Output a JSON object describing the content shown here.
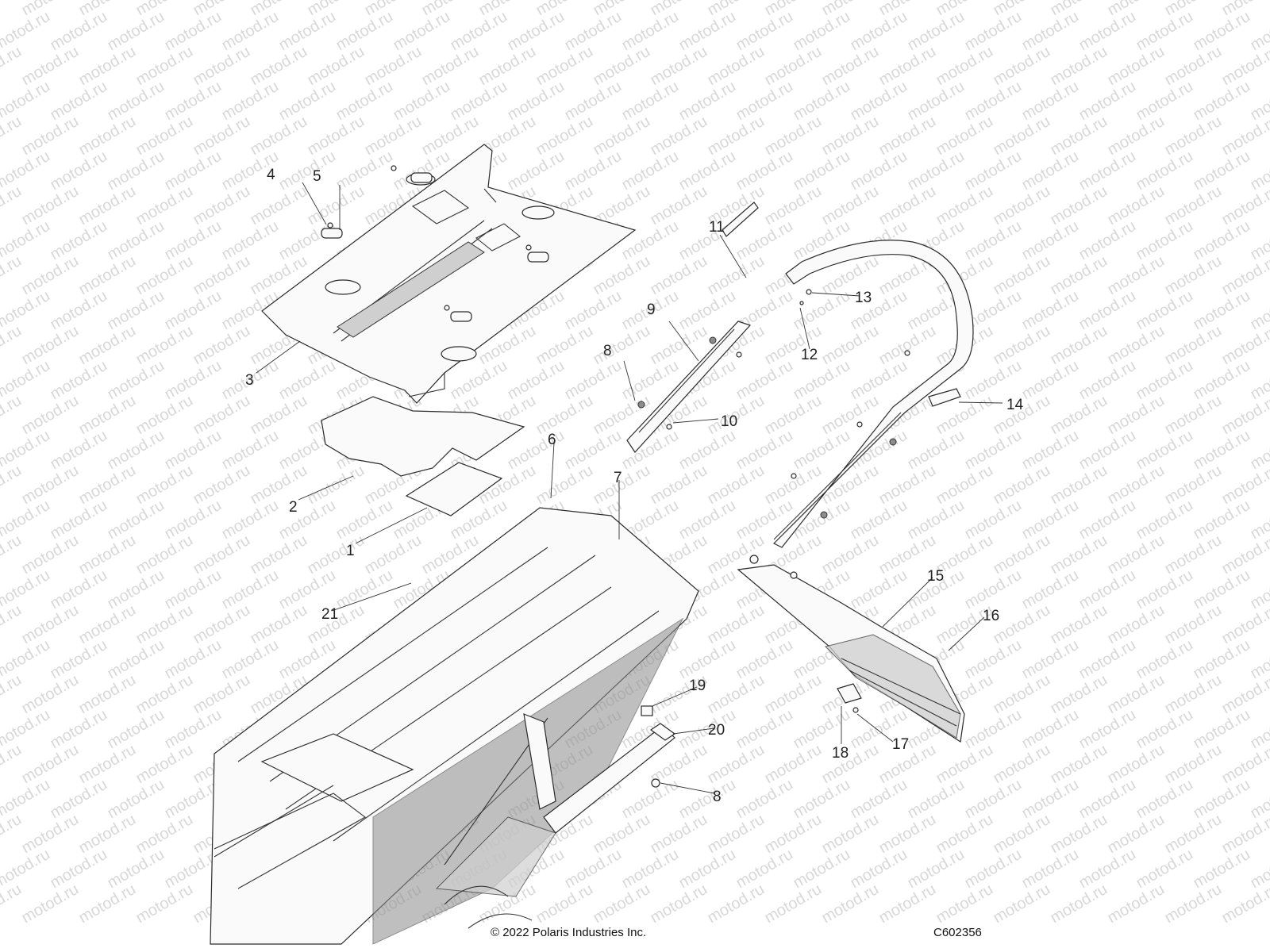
{
  "watermark": "motod.ru",
  "callouts": [
    "1",
    "2",
    "3",
    "4",
    "5",
    "6",
    "7",
    "8",
    "9",
    "10",
    "11",
    "12",
    "13",
    "14",
    "15",
    "16",
    "17",
    "18",
    "19",
    "20",
    "21",
    "8"
  ],
  "copyright": "© 2022 Polaris Industries Inc.",
  "diagram_code": "C602356"
}
